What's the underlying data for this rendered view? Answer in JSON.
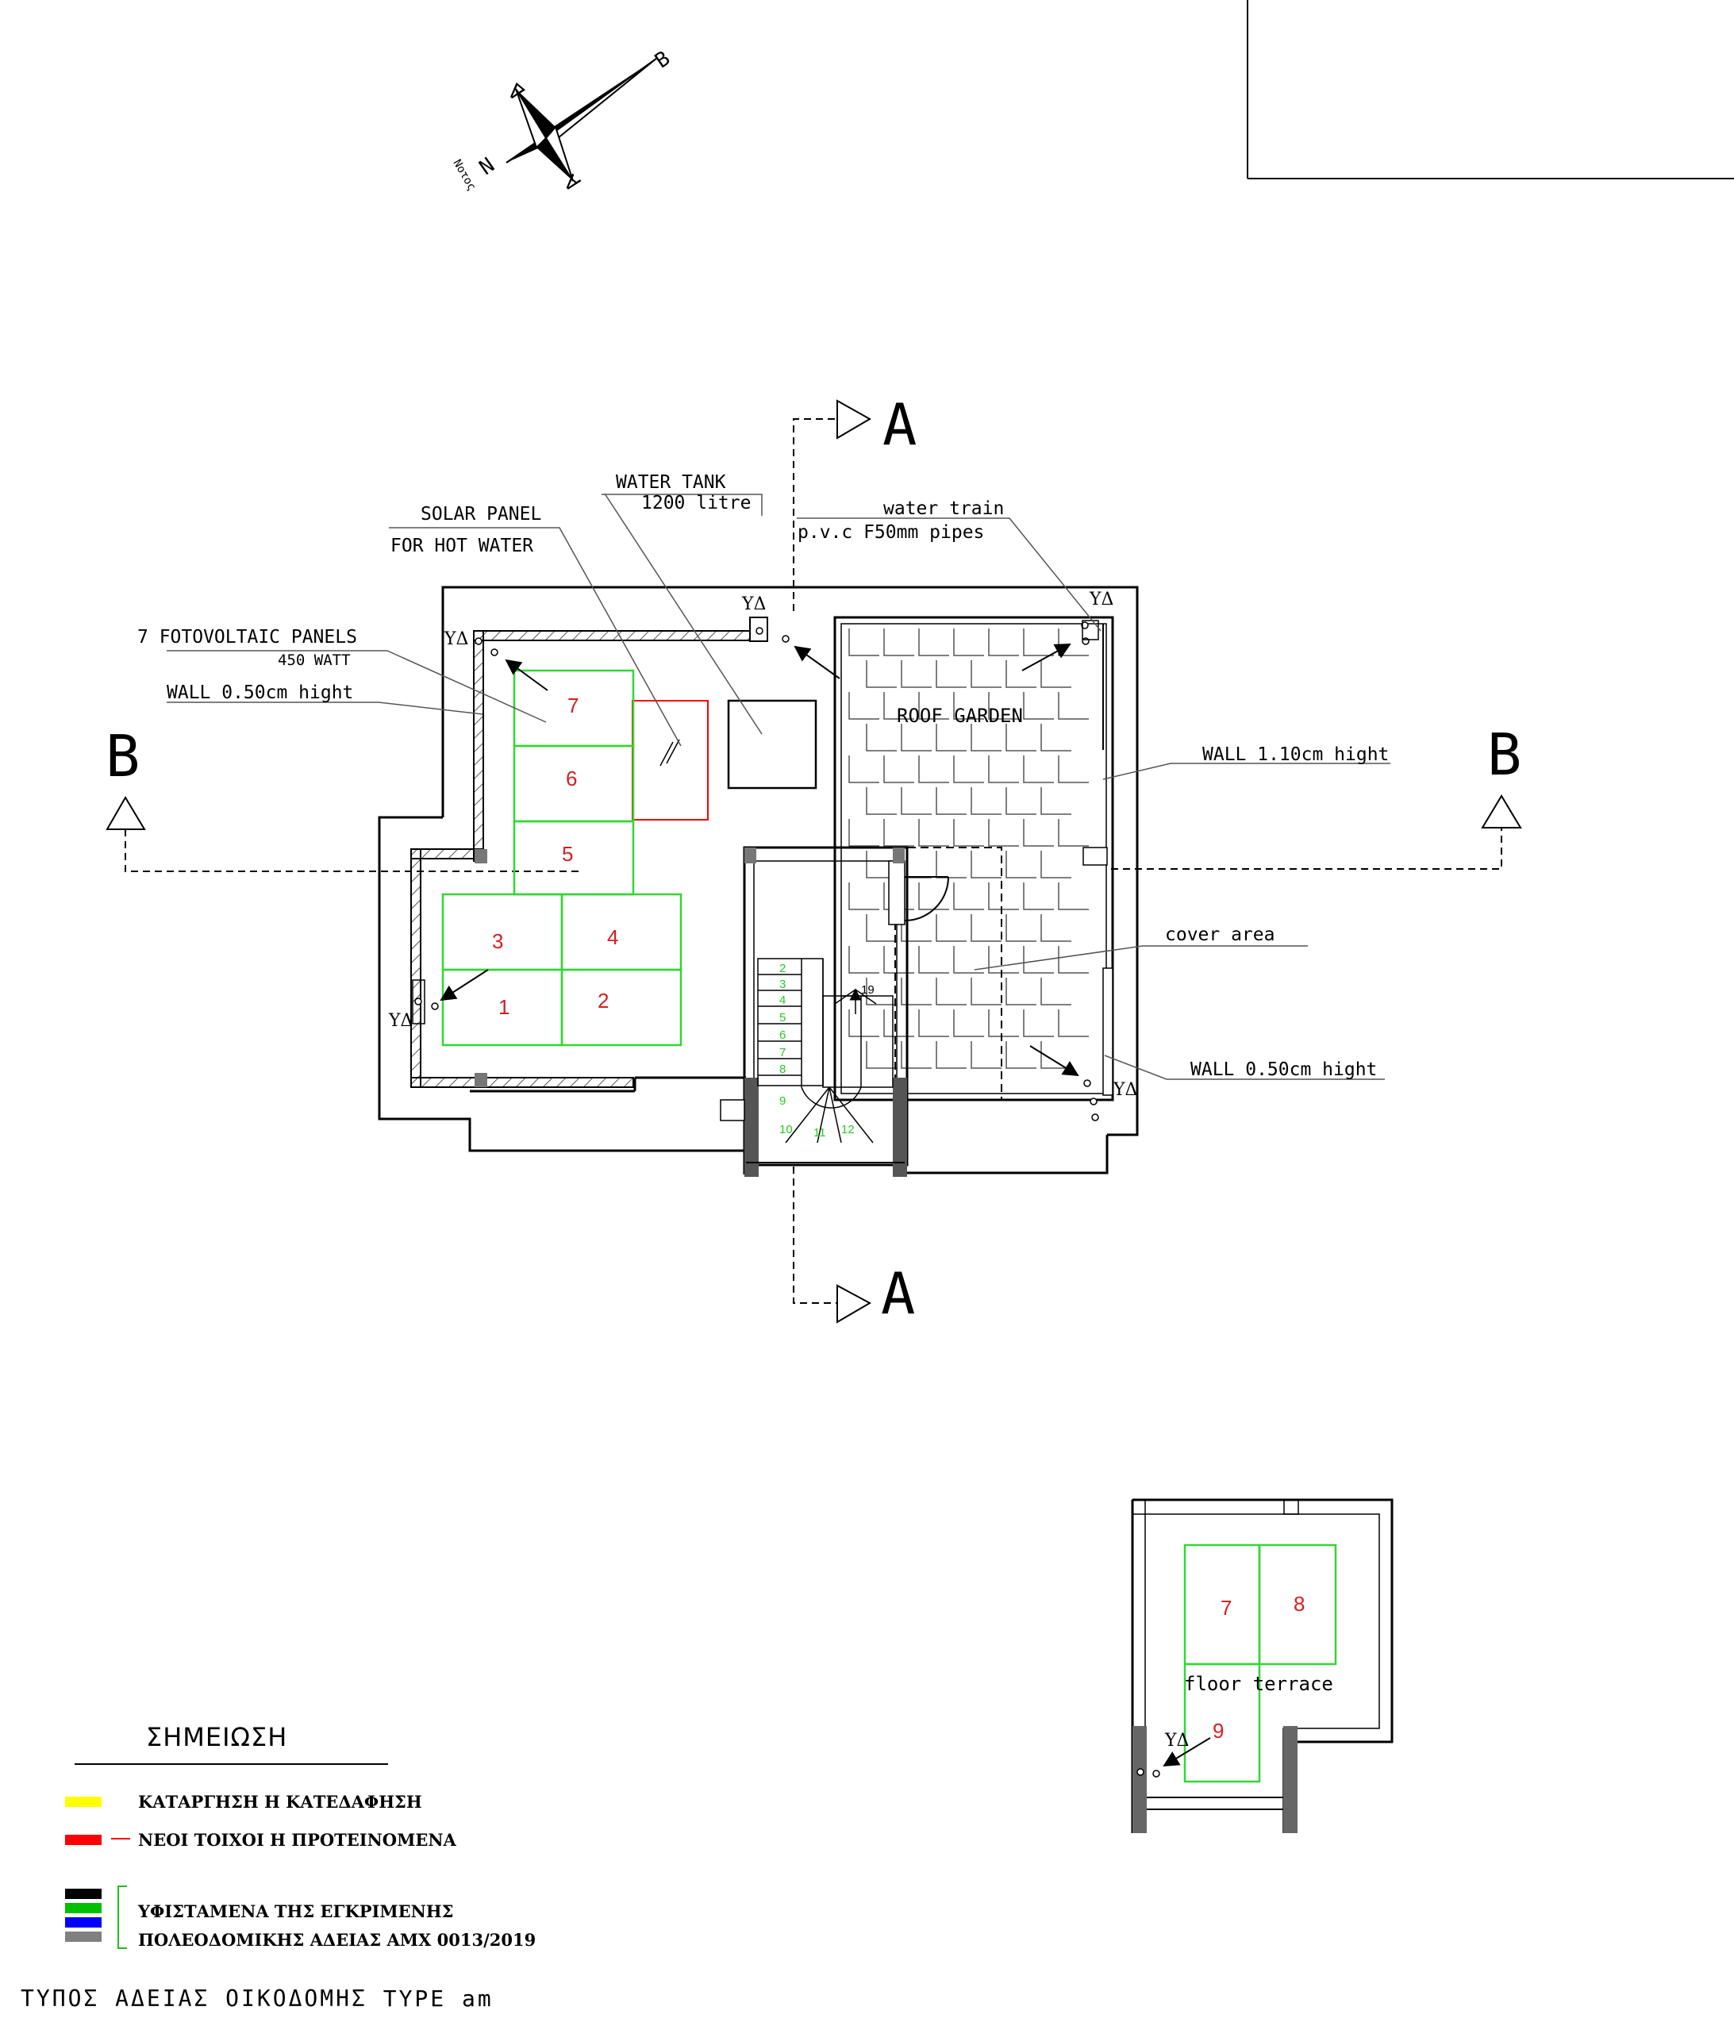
{
  "compass": {
    "n": "N",
    "b": "B",
    "d": "Δ",
    "a": "A",
    "sub": "Νοτος"
  },
  "sections": {
    "a": "A",
    "b": "B"
  },
  "labels": {
    "solar_panel": "SOLAR PANEL",
    "for_hot_water": "FOR HOT WATER",
    "water_tank": "WATER TANK",
    "water_tank_cap": "1200 litre",
    "water_train": "water train",
    "pipes": "p.v.c F50mm pipes",
    "pv_panels": "7 FOTOVOLTAIC PANELS",
    "pv_watt": "450 WATT",
    "wall_050_a": "WALL 0.50cm hight",
    "wall_110": "WALL 1.10cm hight",
    "cover_area": "cover area",
    "wall_050_b": "WALL 0.50cm hight",
    "roof_garden": "ROOF GARDEN",
    "floor_terrace": "floor terrace",
    "drain": "ΥΔ"
  },
  "panels": [
    "1",
    "2",
    "3",
    "4",
    "5",
    "6",
    "7"
  ],
  "terrace_panels": [
    "7",
    "8",
    "9"
  ],
  "stairs": [
    "2",
    "3",
    "4",
    "5",
    "6",
    "7",
    "8",
    "9",
    "10",
    "11",
    "12",
    "19"
  ],
  "legend": {
    "title": "ΣΗΜΕΙΩΣΗ",
    "item_yellow": "ΚΑΤΑΡΓΗΣΗ Η ΚΑΤΕΔΑΦΗΣΗ",
    "item_red": "ΝΕΟΙ ΤΟΙΧΟΙ Η ΠΡΟΤΕΙΝΟΜΕΝΑ",
    "item_existing_1": "ΥΦΙΣΤΑΜΕΝΑ ΤΗΣ ΕΓΚΡΙΜΕΝΗΣ",
    "item_existing_2": "ΠΟΛΕΟΔΟΜΙΚΗΣ ΑΔΕΙΑΣ ΑΜΧ 0013/2019",
    "colors": {
      "yellow": "#ffff00",
      "red": "#ff0000",
      "black": "#000000",
      "green": "#00c000",
      "blue": "#0000ff",
      "grey": "#808080"
    }
  },
  "footer": "ΤΥΠΟΣ ΑΔΕΙΑΣ ΟΙΚΟΔΟΜΗΣ TYPE am"
}
